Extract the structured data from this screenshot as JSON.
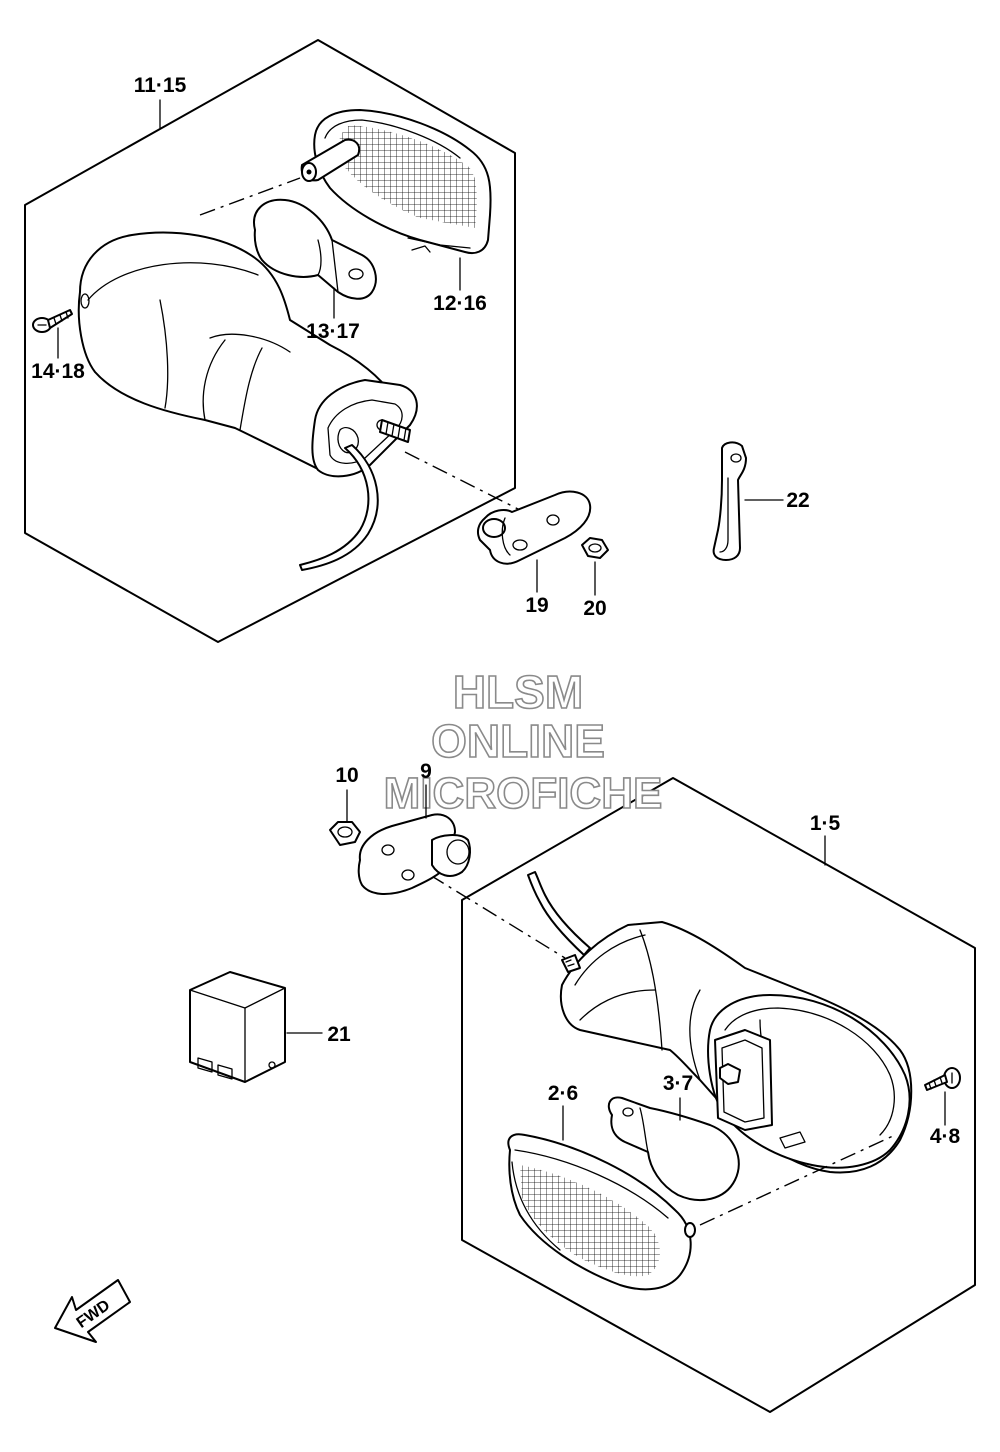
{
  "watermark": {
    "line1": "HLSM",
    "line2": "ONLINE",
    "line3": "MICROFICHE"
  },
  "labels": {
    "p11_15": "11·15",
    "p12_16": "12·16",
    "p13_17": "13·17",
    "p14_18": "14·18",
    "p19": "19",
    "p20": "20",
    "p22": "22",
    "p10": "10",
    "p9": "9",
    "p1_5": "1·5",
    "p21": "21",
    "p2_6": "2·6",
    "p3_7": "3·7",
    "p4_8": "4·8"
  },
  "fwd_label": "FWD",
  "colors": {
    "line": "#000000",
    "watermark_outline": "#8a8a8a",
    "background": "#ffffff"
  }
}
